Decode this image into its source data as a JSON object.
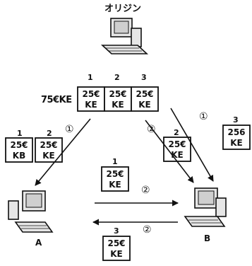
{
  "origin_label": "オリジン",
  "total_size_label": "75€KE",
  "origin_indices": [
    "1",
    "2",
    "3"
  ],
  "origin_chunks": [
    {
      "size": "25€",
      "unit": "KE"
    },
    {
      "size": "25€",
      "unit": "KE"
    },
    {
      "size": "25€",
      "unit": "KE"
    }
  ],
  "step_markers": {
    "step1": "①",
    "step2": "②"
  },
  "chunk_to_a": {
    "indices": [
      "1",
      "2"
    ],
    "chunks": [
      {
        "size": "25€",
        "unit": "KB"
      },
      {
        "size": "25€",
        "unit": "KE"
      }
    ]
  },
  "chunk_to_b_2": {
    "index": "2",
    "size": "25€",
    "unit": "KE"
  },
  "chunk_to_b_3": {
    "index": "3",
    "size": "256",
    "unit": "KE"
  },
  "chunk_a_to_b": {
    "index": "1",
    "size": "25€",
    "unit": "KE"
  },
  "chunk_b_to_a": {
    "index": "3",
    "size": "25€",
    "unit": "KE"
  },
  "node_a_label": "A",
  "node_b_label": "B",
  "colors": {
    "ink": "#111111",
    "screen": "#cfcfcf",
    "body": "#e6e6e6"
  }
}
